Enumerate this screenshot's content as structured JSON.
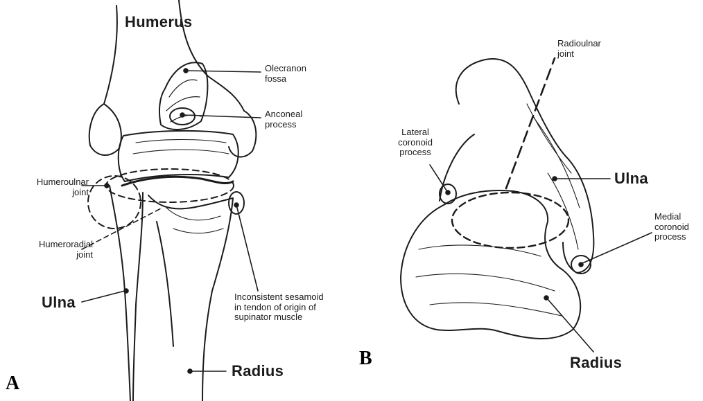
{
  "panels": {
    "a": "A",
    "b": "B"
  },
  "panel_a": {
    "humerus": "Humerus",
    "olecranon_fossa": "Olecranon\nfossa",
    "anconeal_process": "Anconeal\nprocess",
    "humeroulnar_joint": "Humeroulnar\njoint",
    "humeroradial_joint": "Humeroradial\njoint",
    "ulna": "Ulna",
    "sesamoid": "Inconsistent sesamoid\nin tendon of origin of\nsupinator muscle",
    "radius": "Radius"
  },
  "panel_b": {
    "radioulnar_joint": "Radioulnar\njoint",
    "lateral_coronoid": "Lateral\ncoronoid\nprocess",
    "ulna": "Ulna",
    "medial_coronoid": "Medial\ncoronoid\nprocess",
    "radius": "Radius"
  },
  "colors": {
    "ink": "#1b1b1b",
    "background": "#ffffff"
  }
}
